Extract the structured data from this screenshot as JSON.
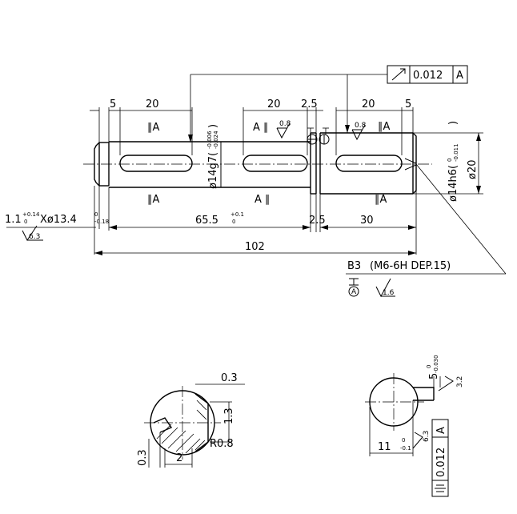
{
  "dimensions": {
    "five_left": "5",
    "twenty_1": "20",
    "twenty_2": "20",
    "two_five_top": "2.5",
    "twenty_3": "20",
    "five_right": "5",
    "chamfer": "1.1",
    "chamfer_tol_up": "+0.14",
    "chamfer_tol_lo": "0",
    "chamfer_dia": "Xø13.4",
    "chamfer_dia_tol_up": "0",
    "chamfer_dia_tol_lo": "-0.18",
    "sixtyfive": "65.5",
    "sixtyfive_tol_up": "+0.1",
    "sixtyfive_tol_lo": "0",
    "two_five_bottom": "2.5",
    "thirty": "30",
    "total_length": "102",
    "dia14g7": "ø14g7(",
    "dia14g7_tol_up": "-0.006",
    "dia14g7_tol_lo": "-0.024",
    "dia14g7_close": ")",
    "dia14h6": "ø14h6(",
    "dia14h6_tol_up": "0",
    "dia14h6_tol_lo": "-0.011",
    "dia14h6_close": ")",
    "dia20": "ø20",
    "section_a_03_top": "0.3",
    "section_a_13": "1.3",
    "section_a_r08": "R0.8",
    "section_a_03_left": "0.3",
    "section_a_2": "2",
    "section_b_5": "5",
    "section_b_5_tol_up": "0",
    "section_b_5_tol_lo": "-0.030",
    "section_b_11": "11",
    "section_b_11_tol_up": "0",
    "section_b_11_tol_lo": "-0.1"
  },
  "tolerances": {
    "runout_value": "0.012",
    "runout_datum": "A",
    "sym_value": "0.012",
    "sym_datum": "A"
  },
  "surface": {
    "rough_08_a": "0.8",
    "rough_08_b": "0.8",
    "rough_63_a": "6.3",
    "rough_16": "1.6",
    "rough_32": "3.2",
    "rough_63_b": "6.3"
  },
  "labels": {
    "par_a_1": "∥A",
    "par_a_2": "A ∥",
    "par_a_3": "∥A",
    "par_a_4": "∥A",
    "par_a_5": "A ∥",
    "par_a_6": "∥A",
    "thread_code": "B3",
    "thread_spec": "(M6-6H DEP.15)",
    "datum_mark": "A"
  },
  "colors": {
    "ink": "#000000",
    "paper": "#ffffff"
  }
}
